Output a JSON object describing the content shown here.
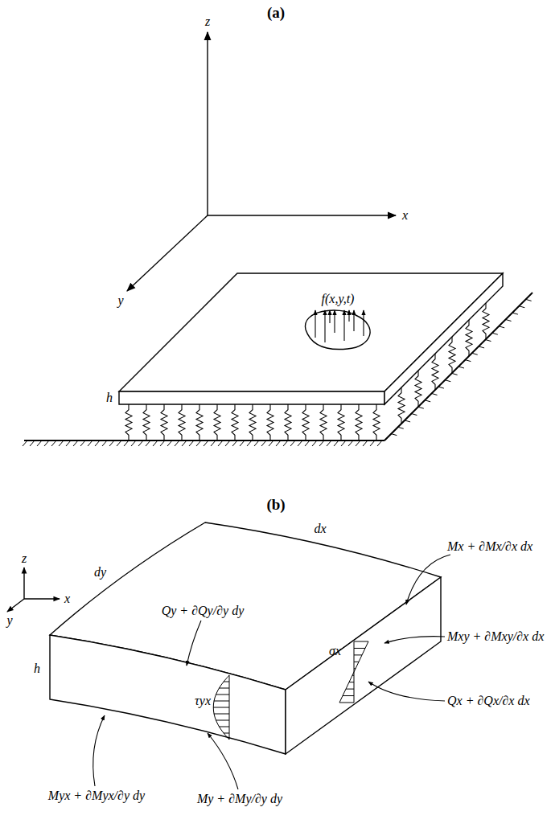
{
  "diagram": {
    "labels": [
      "(a)",
      "z",
      "x",
      "y",
      "f(x,y,t)",
      "h",
      "(b)",
      "z",
      "x",
      "y",
      "dx",
      "dy",
      "h",
      "Qy + ∂Qy/∂y dy",
      "τyx",
      "σx",
      "Mx + ∂Mx/∂x dx",
      "Mxy + ∂Mxy/∂x dx",
      "Qx + ∂Qx/∂x dx",
      "Myx + ∂Myx/∂y dy",
      "My + ∂My/∂y dy"
    ]
  }
}
